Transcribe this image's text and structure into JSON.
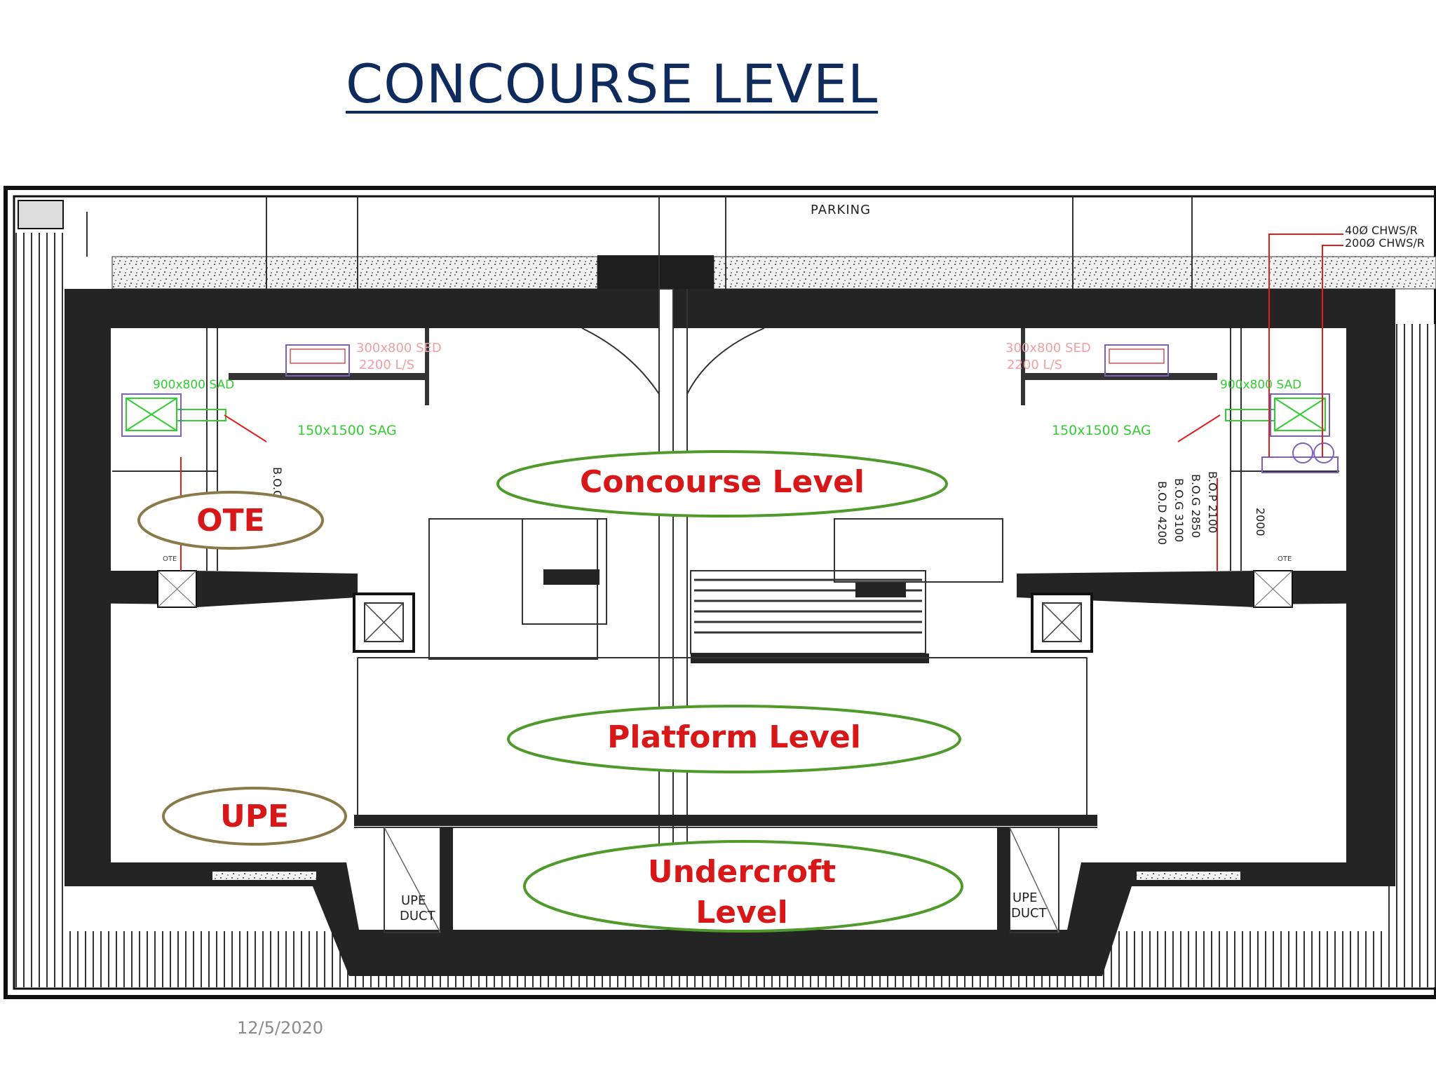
{
  "slide": {
    "title": "CONCOURSE LEVEL",
    "date": "12/5/2020"
  },
  "drawing": {
    "parking_label": "PARKING",
    "pipe_labels": [
      "40Ø CHWS/R",
      "200Ø CHWS/R"
    ],
    "ducts": {
      "sad_left": "900x800 SAD",
      "sed_left_size": "300x800 SED",
      "sed_left_flow": "2200 L/S",
      "sag_left": "150x1500 SAG",
      "sed_right_size": "300x800 SED",
      "sed_right_flow": "2200 L/S",
      "sad_right": "900x800 SAD",
      "sag_right": "150x1500 SAG"
    },
    "bottom_of_duct": [
      "B.O.D 4200",
      "B.O.G 3100",
      "B.O.G 2850",
      "B.O.P 2100"
    ],
    "dimension_2000": "2000",
    "upe_duct_left": [
      "UPE",
      "DUCT"
    ],
    "upe_duct_right": [
      "UPE",
      "DUCT"
    ],
    "ote_small_left": "OTE",
    "ote_small_right": "OTE"
  },
  "callouts": {
    "concourse": "Concourse Level",
    "ote": "OTE",
    "platform": "Platform Level",
    "upe": "UPE",
    "undercroft_line1": "Undercroft",
    "undercroft_line2": "Level"
  },
  "colors": {
    "title": "#0f2a5c",
    "callout_text": "#d81818",
    "ellipse_green": "#4e9a2a",
    "ellipse_olive": "#8a7a4a",
    "duct_green": "#33cc33",
    "pipe_red": "#e02020",
    "structure": "#222222"
  }
}
